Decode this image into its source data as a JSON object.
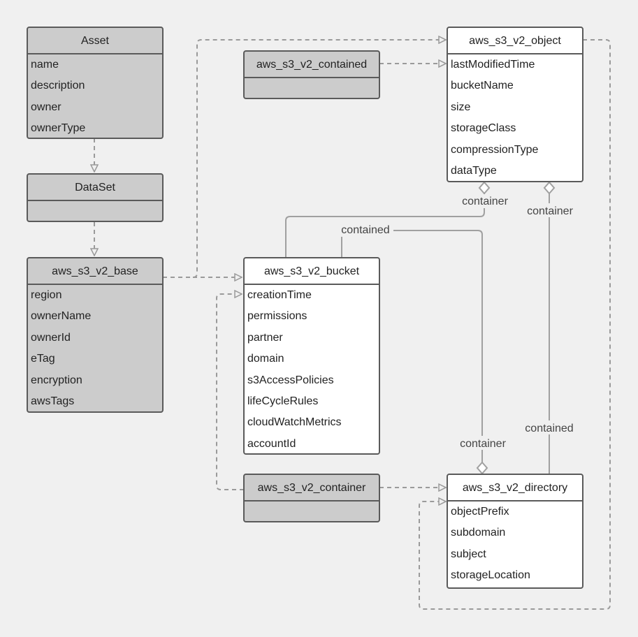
{
  "entities": {
    "asset": {
      "title": "Asset",
      "attributes": [
        "name",
        "description",
        "owner",
        "ownerType"
      ]
    },
    "dataset": {
      "title": "DataSet",
      "attributes": []
    },
    "base": {
      "title": "aws_s3_v2_base",
      "attributes": [
        "region",
        "ownerName",
        "ownerId",
        "eTag",
        "encryption",
        "awsTags"
      ]
    },
    "contained": {
      "title": "aws_s3_v2_contained",
      "attributes": []
    },
    "object": {
      "title": "aws_s3_v2_object",
      "attributes": [
        "lastModifiedTime",
        "bucketName",
        "size",
        "storageClass",
        "compressionType",
        "dataType"
      ]
    },
    "bucket": {
      "title": "aws_s3_v2_bucket",
      "attributes": [
        "creationTime",
        "permissions",
        "partner",
        "domain",
        "s3AccessPolicies",
        "lifeCycleRules",
        "cloudWatchMetrics",
        "accountId"
      ]
    },
    "container": {
      "title": "aws_s3_v2_container",
      "attributes": []
    },
    "directory": {
      "title": "aws_s3_v2_directory",
      "attributes": [
        "objectPrefix",
        "subdomain",
        "subject",
        "storageLocation"
      ]
    }
  },
  "relationship_labels": {
    "object_bucket_container": "container",
    "object_directory_container": "container",
    "bucket_directory_contained": "contained",
    "directory_bucket_container": "container",
    "directory_object_contained": "contained"
  }
}
